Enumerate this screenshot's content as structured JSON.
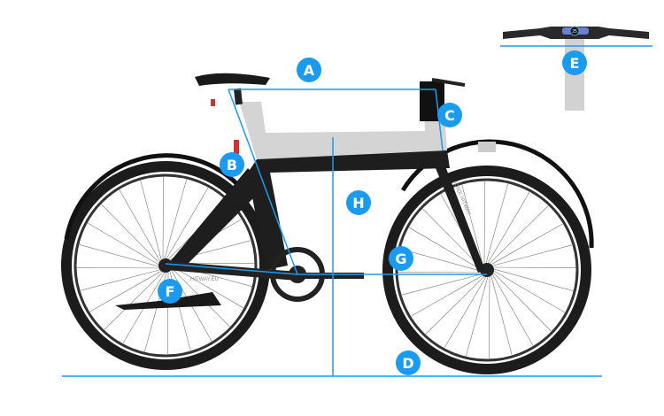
{
  "diagram": {
    "title": "Bike geometry",
    "accent": "#1a9bef",
    "labels": {
      "A": "A",
      "B": "B",
      "C": "C",
      "D": "D",
      "E": "E",
      "F": "F",
      "G": "G",
      "H": "H"
    },
    "display_speed": "25",
    "frame_text": "HITWAY.EU",
    "fork_text": "JOIEE HITWAY"
  }
}
